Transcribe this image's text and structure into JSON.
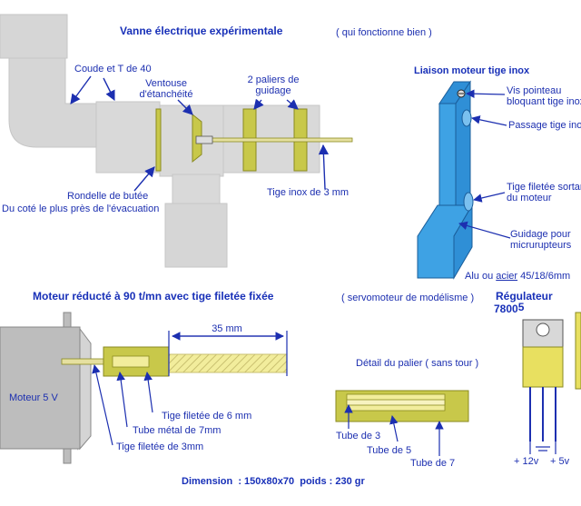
{
  "title": "Vanne électrique expérimentale",
  "title_note": "( qui fonctionne bien )",
  "valve": {
    "coude": "Coude et T de 40",
    "ventouse_1": "Ventouse",
    "ventouse_2": "d'étanchéité",
    "paliers_1": "2 paliers de",
    "paliers_2": "guidage",
    "rondelle": "Rondelle de butée",
    "evacuation": "Du coté le plus près de l'évacuation",
    "tige_inox": "Tige inox de 3 mm"
  },
  "liaison": {
    "title": "Liaison moteur tige inox",
    "vis_1": "Vis pointeau",
    "vis_2": "bloquant tige inox",
    "passage": "Passage tige inox",
    "filetee_1": "Tige filetée sortant",
    "filetee_2": "du moteur",
    "guidage_1": "Guidage pour",
    "guidage_2": "micrurupteurs",
    "material_prefix": "Alu ou ",
    "material_link": "acier",
    "material_suffix": " 45/18/6mm"
  },
  "motor": {
    "title": "Moteur réducté à 90 t/mn avec tige filetée fixée",
    "note": "( servomoteur de modélisme )",
    "label": "Moteur 5 V",
    "dim_35": "35 mm",
    "tige6": "Tige filetée de 6 mm",
    "tube7": "Tube métal de 7mm",
    "tige3": "Tige filetée de 3mm"
  },
  "palier": {
    "title": "Détail du palier ( sans tour )",
    "tube3": "Tube de 3",
    "tube5": "Tube de 5",
    "tube7": "Tube de 7"
  },
  "regulator": {
    "title": "Régulateur",
    "model": "7800",
    "model_suffix": "5",
    "v12": "+ 12v",
    "v5": "+ 5v"
  },
  "footer": "Dimension  : 150x80x70  poids : 230 gr",
  "colors": {
    "text": "#1c2fb0",
    "pipe": "#d6d6d6",
    "pipe_edge": "#c6c6c6",
    "yellow": "#c8c84a",
    "yellow_dark": "#8a8a20",
    "blue_block": "#3ea2e4",
    "blue_face": "#2f8fd6",
    "motor_gray": "#bdbdbd",
    "regulator_yellow": "#e8e060"
  }
}
